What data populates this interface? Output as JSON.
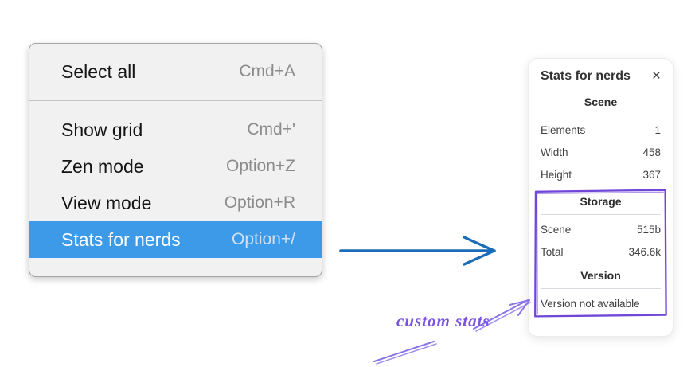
{
  "context_menu": {
    "items": [
      {
        "label": "Select all",
        "shortcut": "Cmd+A"
      },
      {
        "label": "Show grid",
        "shortcut": "Cmd+'"
      },
      {
        "label": "Zen mode",
        "shortcut": "Option+Z"
      },
      {
        "label": "View mode",
        "shortcut": "Option+R"
      },
      {
        "label": "Stats for nerds",
        "shortcut": "Option+/"
      }
    ],
    "selected_item": "Stats for nerds",
    "selection_color": "#3d9ae8"
  },
  "stats_panel": {
    "title": "Stats for nerds",
    "close_icon": "×",
    "sections": [
      {
        "title": "Scene",
        "rows": [
          {
            "label": "Elements",
            "value": "1"
          },
          {
            "label": "Width",
            "value": "458"
          },
          {
            "label": "Height",
            "value": "367"
          }
        ]
      },
      {
        "title": "Storage",
        "rows": [
          {
            "label": "Scene",
            "value": "515b"
          },
          {
            "label": "Total",
            "value": "346.6k"
          }
        ]
      },
      {
        "title": "Version",
        "note": "Version not available"
      }
    ]
  },
  "annotation": {
    "label": "custom stats",
    "label_color": "#7a52e0",
    "box_color": "#7147d8",
    "arrow_color": "#8a74e8"
  },
  "flow_arrow_color": "#1b6cb8"
}
